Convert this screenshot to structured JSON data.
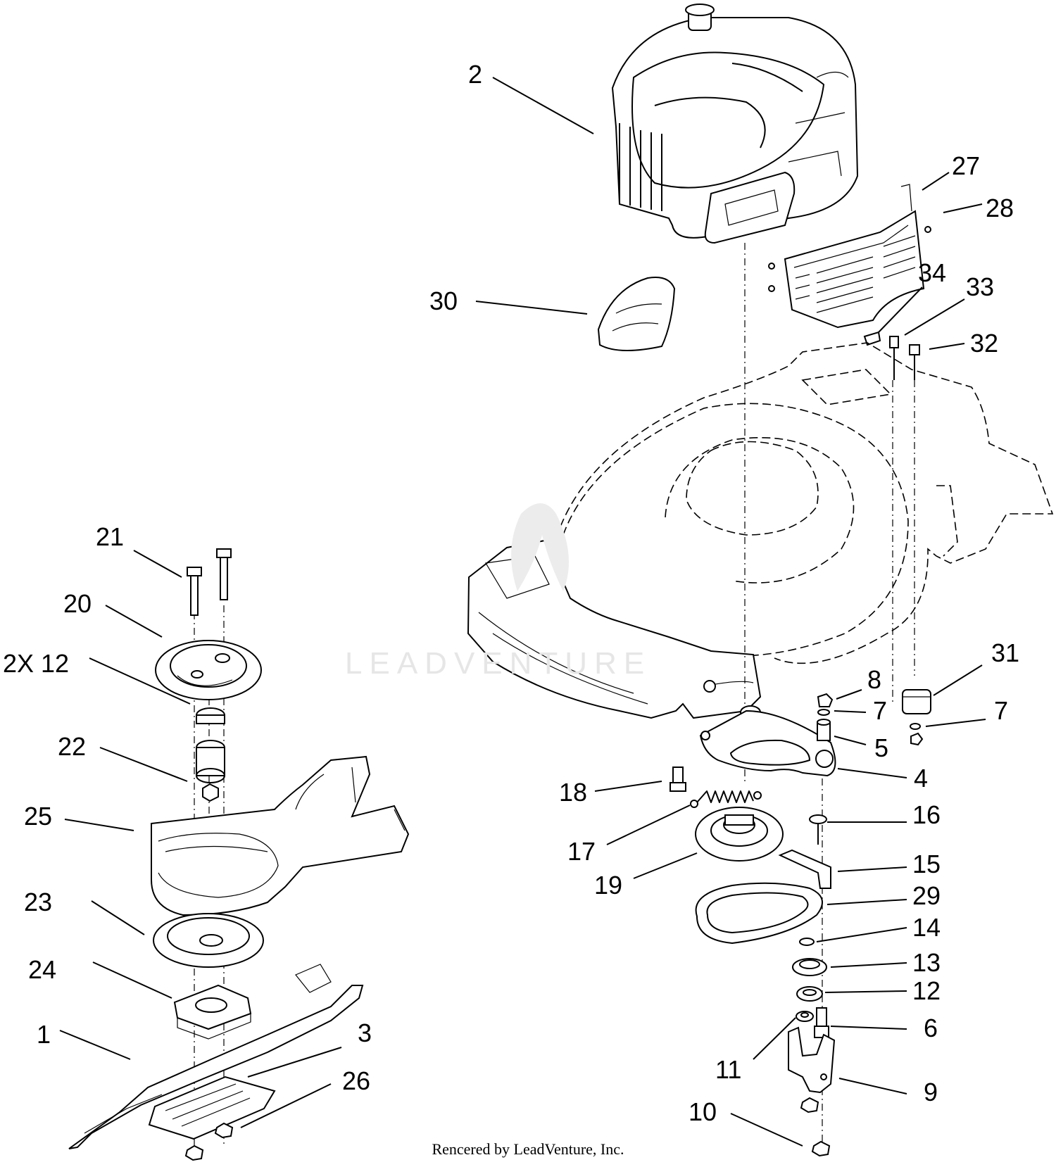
{
  "watermark": "LEADVENTURE",
  "credit": "Rencered by LeadVenture, Inc.",
  "callouts": [
    {
      "id": "2",
      "text": "2"
    },
    {
      "id": "27",
      "text": "27"
    },
    {
      "id": "28",
      "text": "28"
    },
    {
      "id": "30",
      "text": "30"
    },
    {
      "id": "34",
      "text": "34"
    },
    {
      "id": "33",
      "text": "33"
    },
    {
      "id": "32",
      "text": "32"
    },
    {
      "id": "21",
      "text": "21"
    },
    {
      "id": "20",
      "text": "20"
    },
    {
      "id": "2x12",
      "text": "2X 12"
    },
    {
      "id": "22",
      "text": "22"
    },
    {
      "id": "25",
      "text": "25"
    },
    {
      "id": "23",
      "text": "23"
    },
    {
      "id": "24",
      "text": "24"
    },
    {
      "id": "1",
      "text": "1"
    },
    {
      "id": "3",
      "text": "3"
    },
    {
      "id": "26",
      "text": "26"
    },
    {
      "id": "31",
      "text": "31"
    },
    {
      "id": "8",
      "text": "8"
    },
    {
      "id": "7a",
      "text": "7"
    },
    {
      "id": "7b",
      "text": "7"
    },
    {
      "id": "5",
      "text": "5"
    },
    {
      "id": "4",
      "text": "4"
    },
    {
      "id": "18",
      "text": "18"
    },
    {
      "id": "16",
      "text": "16"
    },
    {
      "id": "17",
      "text": "17"
    },
    {
      "id": "15",
      "text": "15"
    },
    {
      "id": "19",
      "text": "19"
    },
    {
      "id": "29",
      "text": "29"
    },
    {
      "id": "14",
      "text": "14"
    },
    {
      "id": "13",
      "text": "13"
    },
    {
      "id": "12",
      "text": "12"
    },
    {
      "id": "6",
      "text": "6"
    },
    {
      "id": "11",
      "text": "11"
    },
    {
      "id": "9",
      "text": "9"
    },
    {
      "id": "10",
      "text": "10"
    }
  ]
}
